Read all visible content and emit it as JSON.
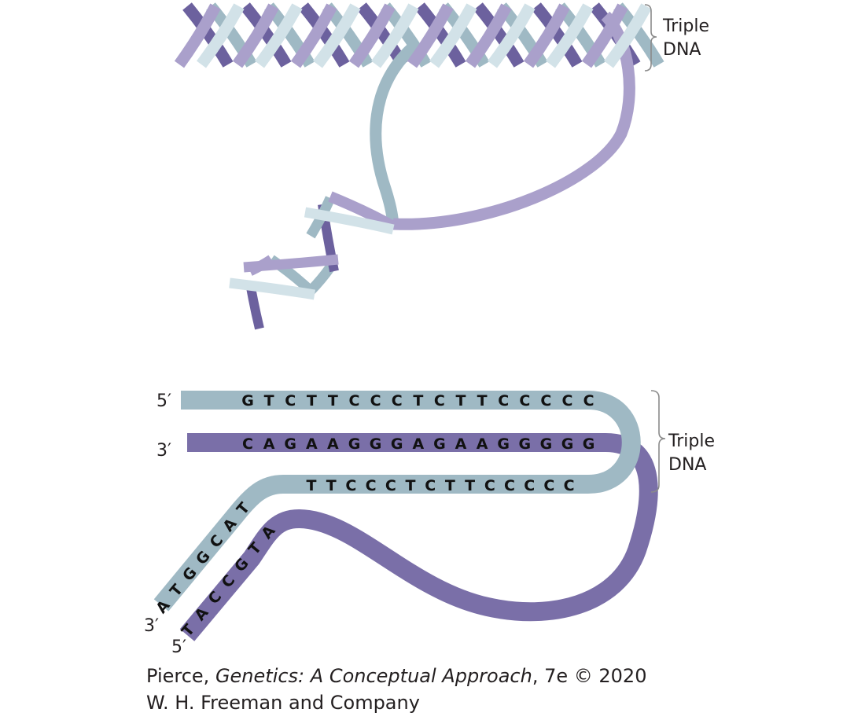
{
  "colors": {
    "strand_light": "#d2e2e8",
    "strand_mid": "#9fb9c4",
    "strand_lavender": "#aaa0cb",
    "strand_dark": "#6c619e",
    "strand_dark_bottom": "#7a6fa8",
    "bracket": "#8a8a8a",
    "text": "#231f20"
  },
  "top": {
    "bracket_label_line1": "Triple",
    "bracket_label_line2": "DNA"
  },
  "bottom": {
    "bracket_label_line1": "Triple",
    "bracket_label_line2": "DNA",
    "strand1": {
      "end_label": "5′",
      "sequence": "GTCTTCCCTCTTCCCCC"
    },
    "strand2": {
      "end_label": "3′",
      "sequence": "CAGAAGGGAGAAGGGGG"
    },
    "strand3_sequence": "TTCCCTCTTCCCCC",
    "tail_light": {
      "end_label": "3′",
      "sequence": "ATGGCAT"
    },
    "tail_dark": {
      "end_label": "5′",
      "sequence": "TACCGTA"
    }
  },
  "credit": {
    "line1_prefix": "Pierce, ",
    "line1_title": "Genetics: A Conceptual Approach",
    "line1_suffix": ", 7e © 2020",
    "line2": "W. H. Freeman and Company"
  }
}
